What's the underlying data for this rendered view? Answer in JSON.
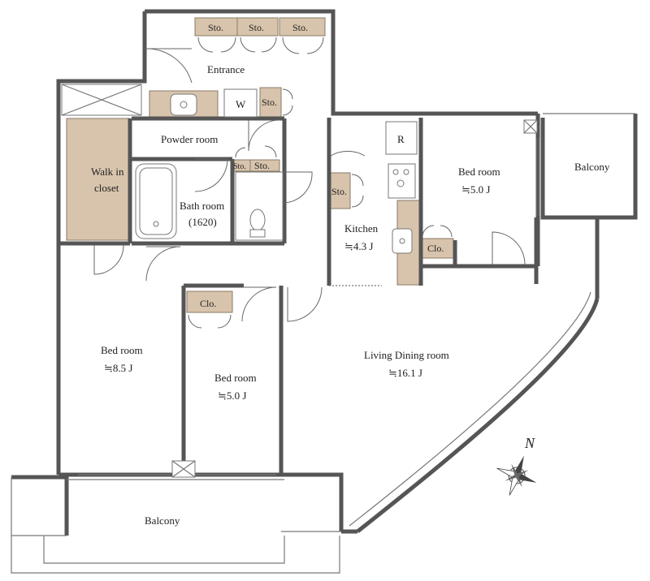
{
  "colors": {
    "wall": "#555555",
    "storage_fill": "#d8c4ac",
    "closet_fill": "#d8c4ac",
    "background": "#ffffff",
    "line": "#777777"
  },
  "rooms": {
    "entrance": "Entrance",
    "powder_room": "Powder room",
    "walk_in_closet_line1": "Walk in",
    "walk_in_closet_line2": "closet",
    "bath_room": "Bath room",
    "bath_room_size": "(1620)",
    "kitchen": "Kitchen",
    "kitchen_area": "≒4.3 J",
    "bed_room_ne": "Bed room",
    "bed_room_ne_area": "≒5.0 J",
    "balcony_east": "Balcony",
    "bed_room_west": "Bed room",
    "bed_room_west_area": "≒8.5 J",
    "bed_room_mid": "Bed room",
    "bed_room_mid_area": "≒5.0 J",
    "living_dining": "Living Dining room",
    "living_dining_area": "≒16.1 J",
    "balcony_south": "Balcony"
  },
  "storage_labels": {
    "sto": "Sto.",
    "clo": "Clo.",
    "washer": "W",
    "fridge": "R"
  },
  "compass": {
    "north_label": "N",
    "icon": "compass-rose-icon"
  }
}
